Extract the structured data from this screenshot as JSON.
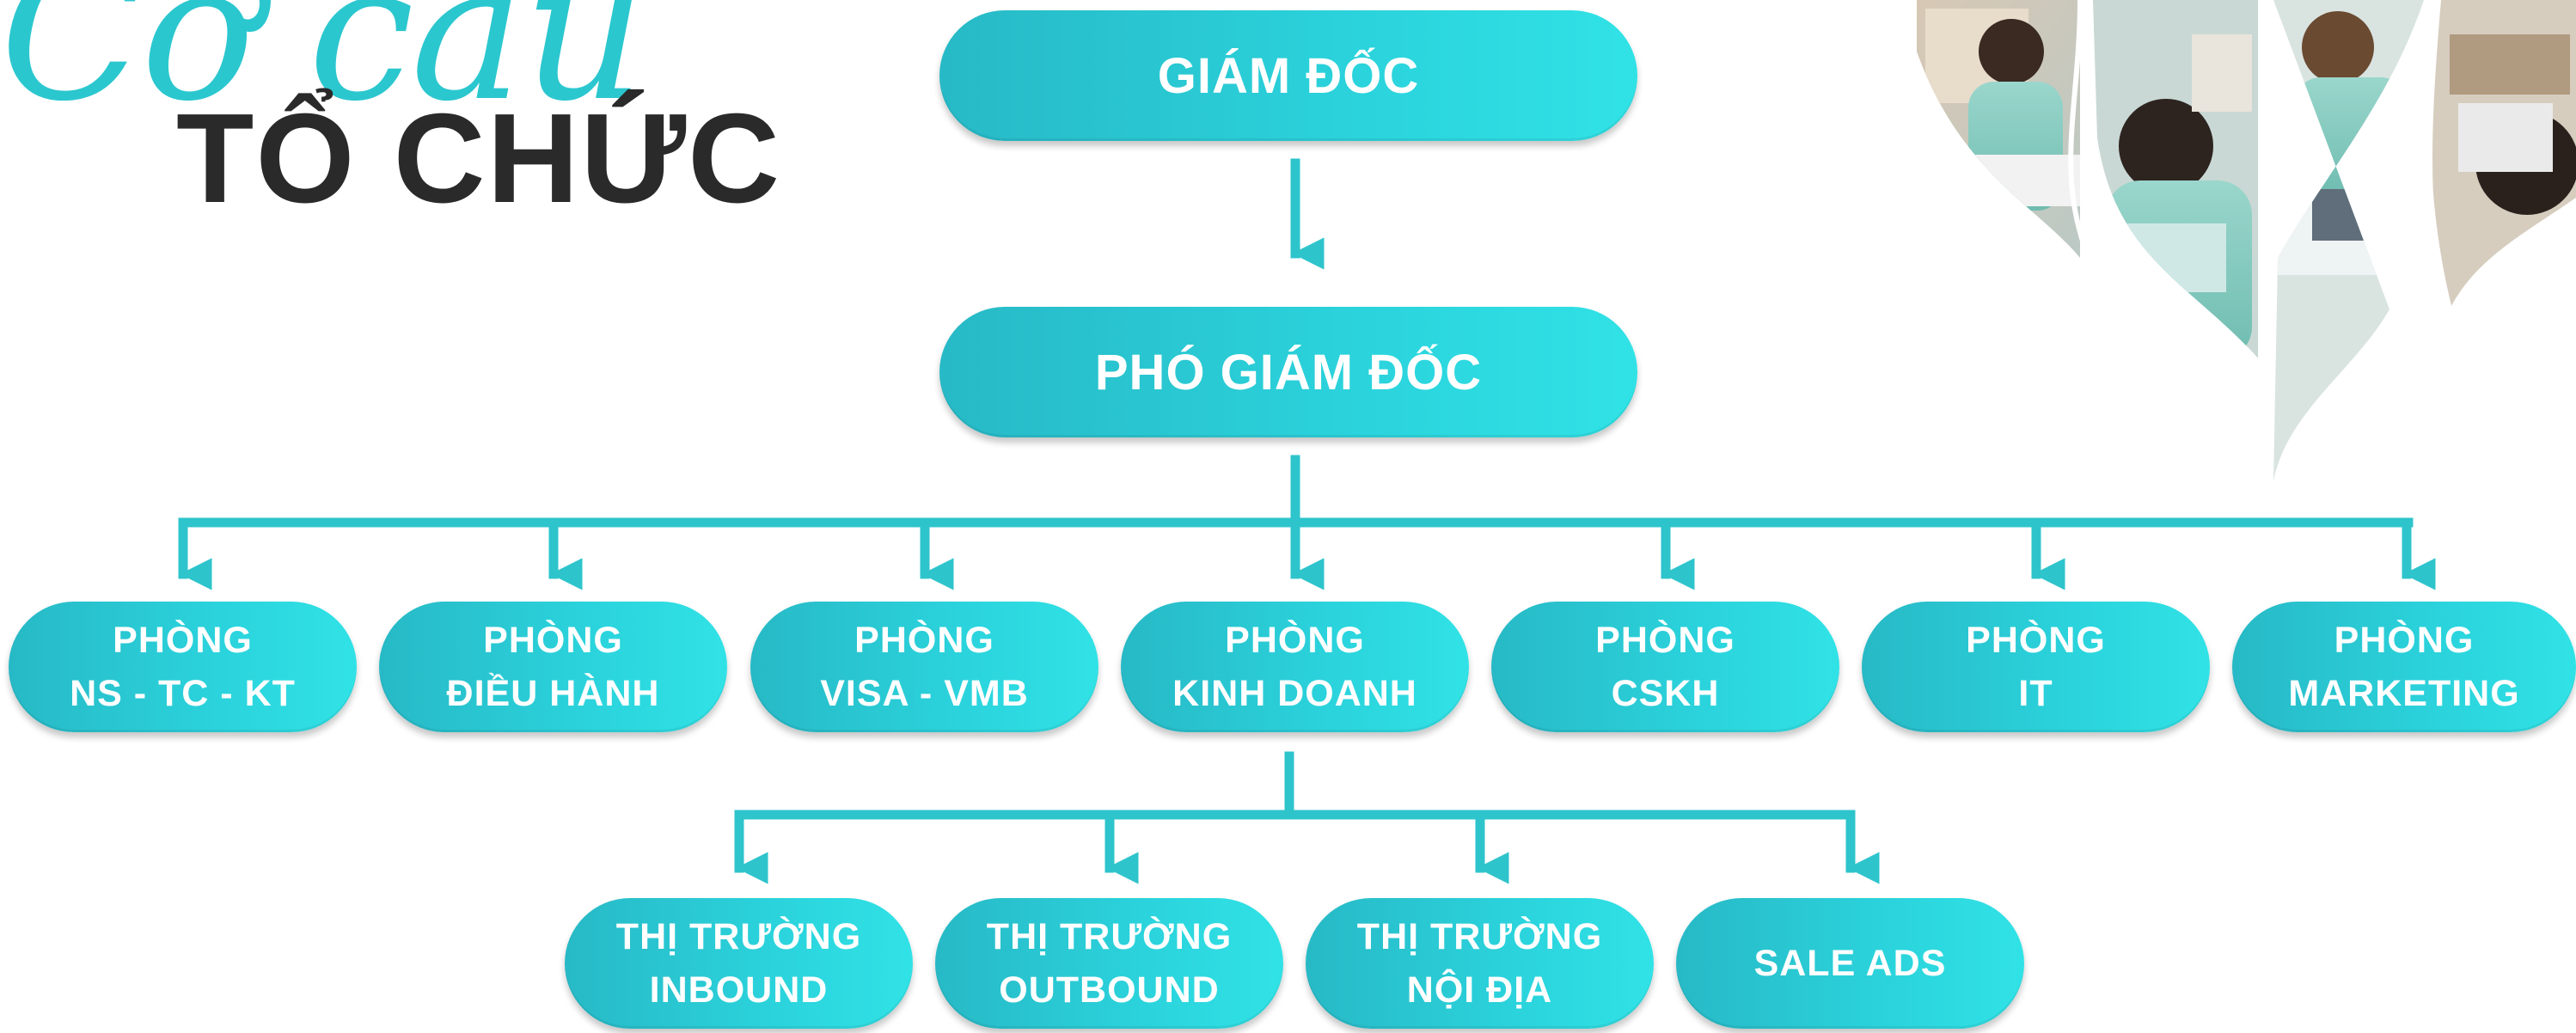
{
  "title": {
    "script_text": "Cơ cấu",
    "main_text": "TỔ CHỨC"
  },
  "nodes": {
    "director": "GIÁM ĐỐC",
    "vice_director": "PHÓ GIÁM ĐỐC"
  },
  "departments": [
    {
      "line1": "PHÒNG",
      "line2": "NS - TC - KT"
    },
    {
      "line1": "PHÒNG",
      "line2": "ĐIỀU HÀNH"
    },
    {
      "line1": "PHÒNG",
      "line2": "VISA - VMB"
    },
    {
      "line1": "PHÒNG",
      "line2": "KINH DOANH"
    },
    {
      "line1": "PHÒNG",
      "line2": "CSKH"
    },
    {
      "line1": "PHÒNG",
      "line2": "IT"
    },
    {
      "line1": "PHÒNG",
      "line2": "MARKETING"
    }
  ],
  "sales_units": [
    {
      "line1": "THỊ TRƯỜNG",
      "line2": "INBOUND"
    },
    {
      "line1": "THỊ TRƯỜNG",
      "line2": "OUTBOUND"
    },
    {
      "line1": "THỊ TRƯỜNG",
      "line2": "NỘI ĐỊA"
    },
    {
      "line1": "SALE ADS",
      "line2": ""
    }
  ],
  "colors": {
    "accent": "#2bc7cf",
    "connector": "#2ec4cc",
    "title_dark": "#2a2a2a",
    "pill_text": "#ffffff"
  }
}
